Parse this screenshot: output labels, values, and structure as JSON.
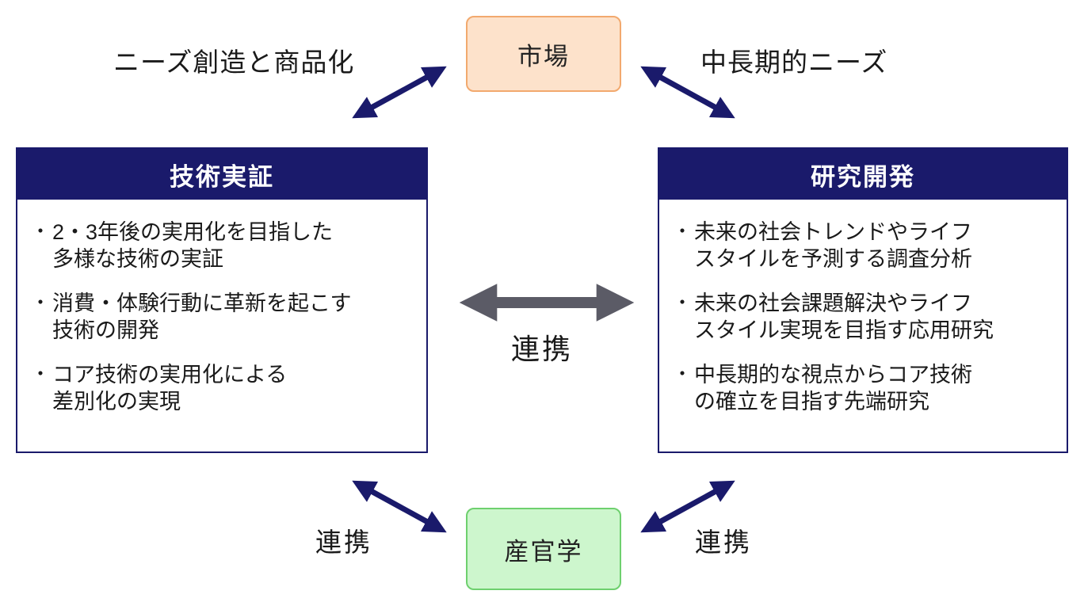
{
  "palette": {
    "navy": "#1a1a6b",
    "center_arrow_gray": "#5b5b66",
    "market_fill": "#fde2cb",
    "market_border": "#f2a96e",
    "academia_fill": "#cdf6cd",
    "academia_border": "#6ed06e",
    "text": "#1a1a1a"
  },
  "bullet_char": "・",
  "market_box": {
    "label": "市場"
  },
  "academia_box": {
    "label": "産官学"
  },
  "left_box": {
    "title": "技術実証",
    "bullets": [
      "2・3年後の実用化を目指した\n多様な技術の実証",
      "消費・体験行動に革新を起こす\n技術の開発",
      "コア技術の実用化による\n差別化の実現"
    ]
  },
  "right_box": {
    "title": "研究開発",
    "bullets": [
      "未来の社会トレンドやライフ\nスタイルを予測する調査分析",
      "未来の社会課題解決やライフ\nスタイル実現を目指す応用研究",
      "中長期的な視点からコア技術\nの確立を目指す先端研究"
    ]
  },
  "labels": {
    "top_left": "ニーズ創造と商品化",
    "top_right": "中長期的ニーズ",
    "center": "連携",
    "bottom_left": "連携",
    "bottom_right": "連携"
  }
}
